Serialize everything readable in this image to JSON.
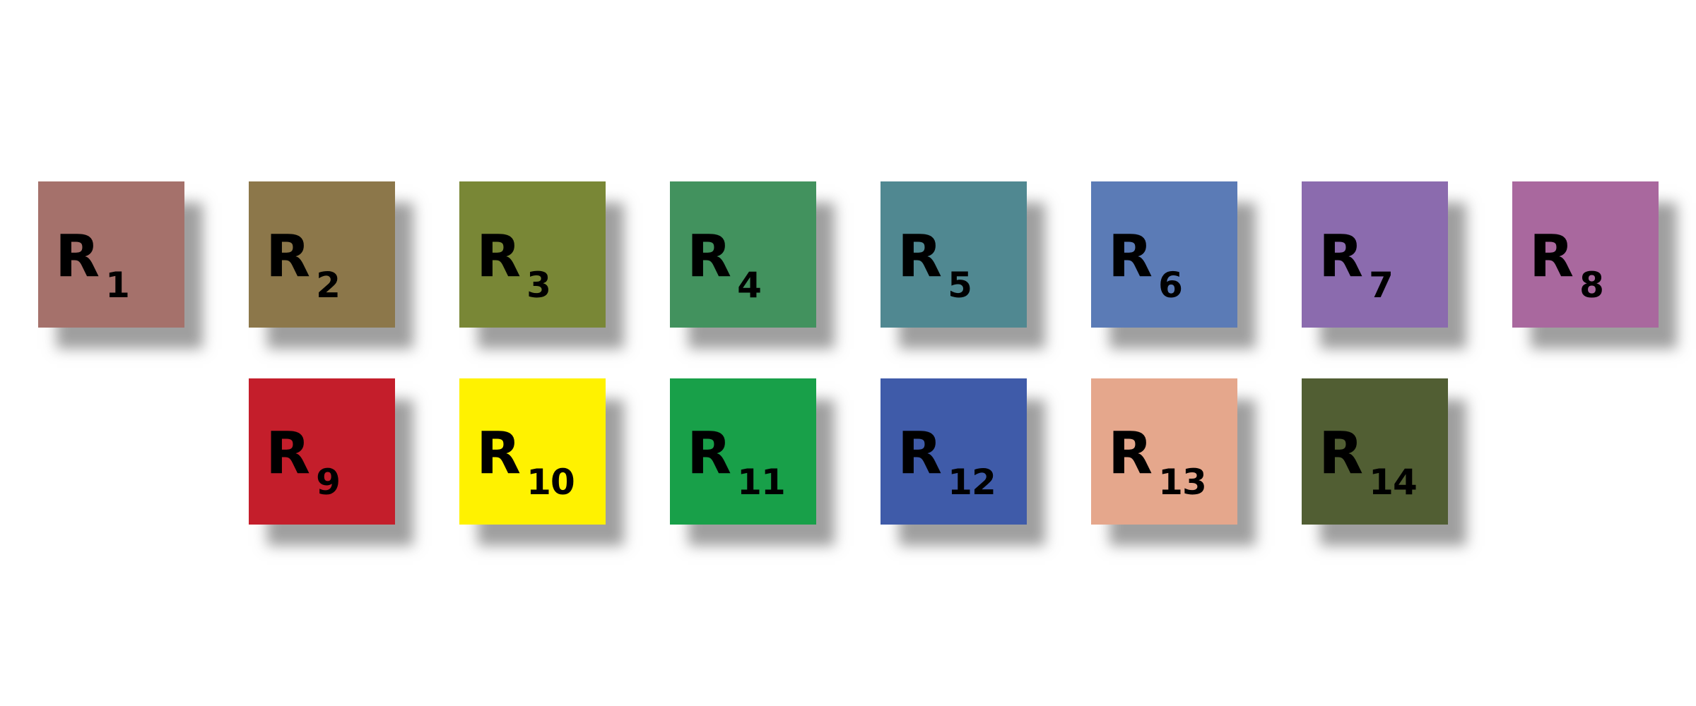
{
  "tiles": [
    {
      "letter": "R",
      "sub": "1",
      "color": "#A5716B"
    },
    {
      "letter": "R",
      "sub": "2",
      "color": "#8C774A"
    },
    {
      "letter": "R",
      "sub": "3",
      "color": "#798736"
    },
    {
      "letter": "R",
      "sub": "4",
      "color": "#42925E"
    },
    {
      "letter": "R",
      "sub": "5",
      "color": "#508891"
    },
    {
      "letter": "R",
      "sub": "6",
      "color": "#5B7BB6"
    },
    {
      "letter": "R",
      "sub": "7",
      "color": "#8B6BAE"
    },
    {
      "letter": "R",
      "sub": "8",
      "color": "#A9689E"
    },
    {
      "letter": "R",
      "sub": "9",
      "color": "#C41E2B"
    },
    {
      "letter": "R",
      "sub": "10",
      "color": "#FFF200"
    },
    {
      "letter": "R",
      "sub": "11",
      "color": "#18A049"
    },
    {
      "letter": "R",
      "sub": "12",
      "color": "#3F5BA9"
    },
    {
      "letter": "R",
      "sub": "13",
      "color": "#E5A78C"
    },
    {
      "letter": "R",
      "sub": "14",
      "color": "#515E33"
    }
  ]
}
